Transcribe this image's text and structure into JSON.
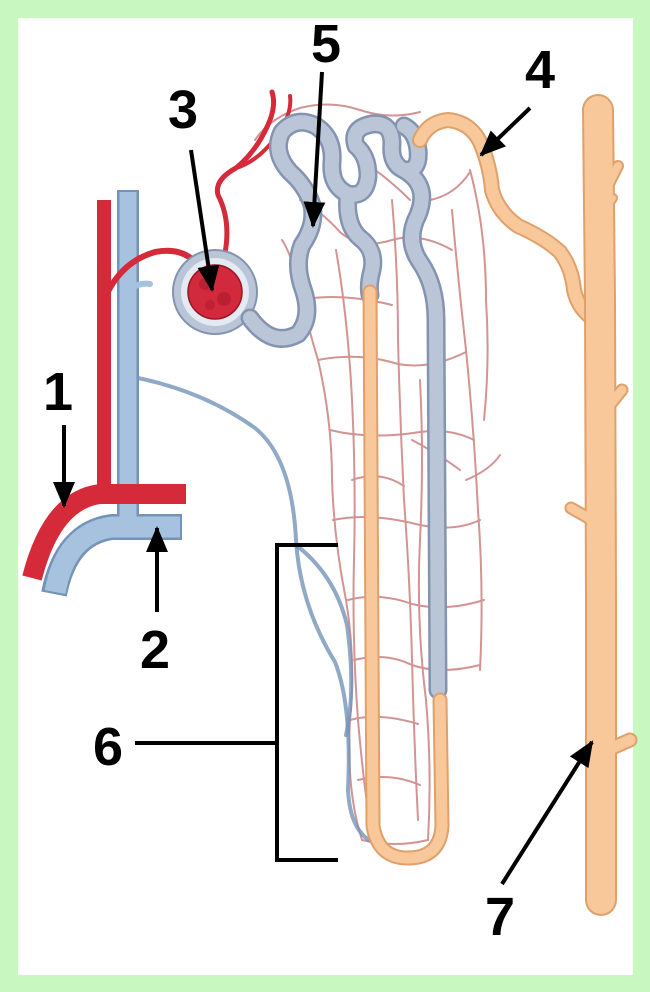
{
  "callouts": [
    {
      "label": "1"
    },
    {
      "label": "2"
    },
    {
      "label": "3"
    },
    {
      "label": "4"
    },
    {
      "label": "5"
    },
    {
      "label": "6"
    },
    {
      "label": "7"
    }
  ],
  "colors": {
    "border": "#c8f7c0",
    "artery": "#d42a3a",
    "vein": "#a6c2df",
    "vein_outline": "#7493b8",
    "tubule": "#bac5d7",
    "tubule_outline": "#8494b0",
    "duct": "#f8c89b",
    "duct_outline": "#dfa06b",
    "capillary": "#d39393",
    "glomerulus": "#d22a3c",
    "callout": "#000000"
  }
}
